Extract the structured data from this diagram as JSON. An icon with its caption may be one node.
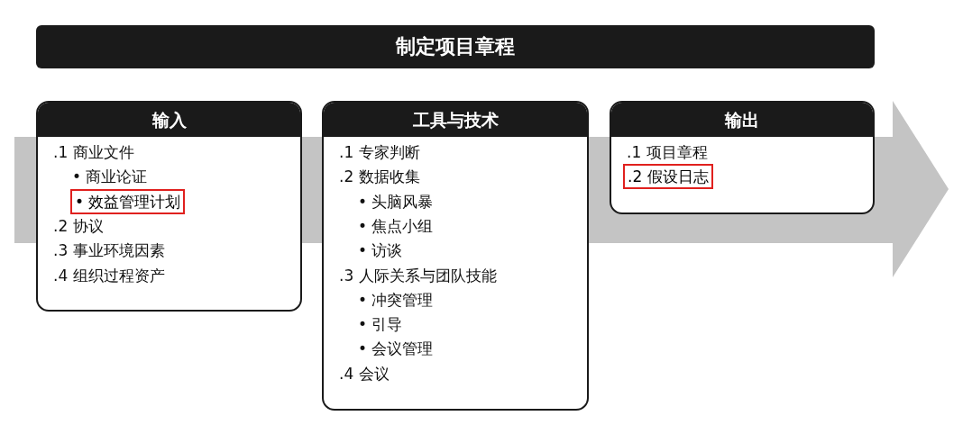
{
  "diagram": {
    "nodes": [
      {
        "text": [
          "制定项目章程"
        ]
      },
      {
        "text": [
          "输入",
          ".1 商业文件",
          "• 商业论证",
          ".2 协议",
          ".3 事业环境因素",
          ".4 组织过程资产"
        ]
      },
      {
        "text": [
          "• 效益管理计划"
        ],
        "in": 1
      },
      {
        "text": [
          "工具与技术",
          ".1 专家判断",
          ".2 数据收集",
          "• 头脑风暴",
          "• 焦点小组",
          "• 访谈",
          ".3 人际关系与团队技能",
          "• 冲突管理",
          "• 引导",
          "• 会议管理",
          ".4 会议"
        ]
      },
      {
        "text": [
          "输出",
          ".1 项目章程"
        ]
      },
      {
        "text": [
          ".2 假设日志"
        ],
        "in": 4
      }
    ]
  }
}
